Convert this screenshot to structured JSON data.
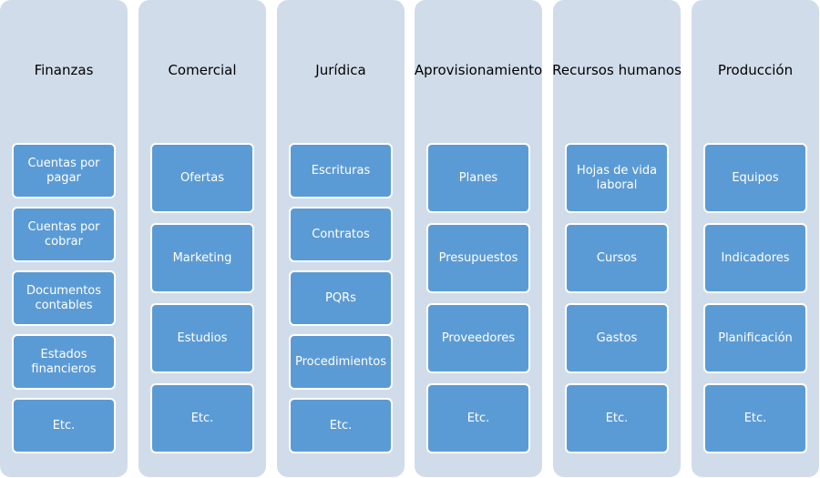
{
  "columns": [
    {
      "title": "Finanzas",
      "items": [
        "Cuentas por\npagar",
        "Cuentas por\ncobrar",
        "Documentos\ncontables",
        "Estados\nfinancieros",
        "Etc."
      ]
    },
    {
      "title": "Comercial",
      "items": [
        "Ofertas",
        "Marketing",
        "Estudios",
        "Etc."
      ]
    },
    {
      "title": "Jurídica",
      "items": [
        "Escrituras",
        "Contratos",
        "PQRs",
        "Procedimientos",
        "Etc."
      ]
    },
    {
      "title": "Aprovisionamiento",
      "items": [
        "Planes",
        "Presupuestos",
        "Proveedores",
        "Etc."
      ]
    },
    {
      "title": "Recursos humanos",
      "items": [
        "Hojas de vida\nlaboral",
        "Cursos",
        "Gastos",
        "Etc."
      ]
    },
    {
      "title": "Producción",
      "items": [
        "Equipos",
        "Indicadores",
        "Planificación",
        "Etc."
      ]
    }
  ],
  "colors": {
    "column_bg": "#d1dcea",
    "box_bg": "#5b9bd5",
    "box_text": "#ffffff"
  }
}
